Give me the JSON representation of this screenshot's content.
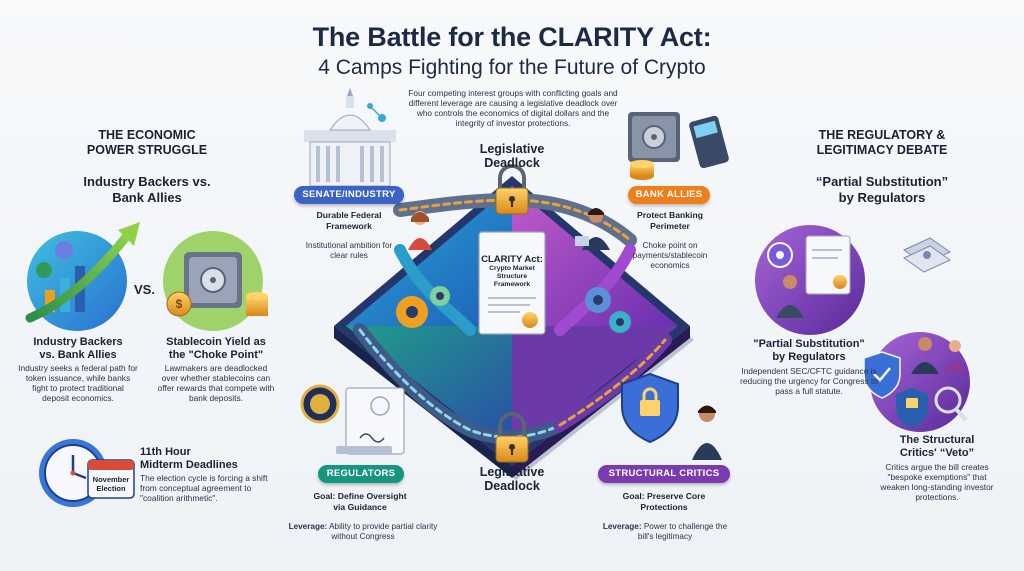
{
  "header": {
    "title": "The Battle for the CLARITY Act:",
    "subtitle": "4 Camps Fighting for the Future of Crypto",
    "intro": "Four competing interest groups with conflicting goals and different leverage are causing a legislative deadlock over who controls the economics of digital dollars and the integrity of investor protections."
  },
  "left_section": {
    "heading_line1": "THE ECONOMIC",
    "heading_line2": "POWER STRUGGLE",
    "sub_line1": "Industry Backers vs.",
    "sub_line2": "Bank Allies",
    "vs_label": "VS.",
    "item1": {
      "title_line1": "Industry Backers",
      "title_line2": "vs. Bank Allies",
      "desc": "Industry seeks a federal path for token issuance, while banks fight to protect traditional deposit economics."
    },
    "item2": {
      "title_line1": "Stablecoin Yield as",
      "title_line2": "the \"Choke Point\"",
      "desc": "Lawmakers are deadlocked over whether stablecoins can offer rewards that compete with bank deposits."
    },
    "item3": {
      "title_line1": "11th Hour",
      "title_line2": "Midterm Deadlines",
      "desc": "The election cycle is forcing a shift from conceptual agreement to \"coalition arithmetic\"."
    },
    "calendar_line1": "November",
    "calendar_line2": "Election"
  },
  "right_section": {
    "heading_line1": "THE REGULATORY &",
    "heading_line2": "LEGITIMACY DEBATE",
    "sub_line1": "“Partial Substitution”",
    "sub_line2": "by Regulators",
    "item1": {
      "title_line1": "\"Partial Substitution\"",
      "title_line2": "by Regulators",
      "desc": "Independent SEC/CFTC guidance is reducing the urgency for Congress to pass a full statute."
    },
    "item2": {
      "title_line1": "The Structural",
      "title_line2": "Critics' “Veto”",
      "desc": "Critics argue the bill creates \"bespoke exemptions\" that weaken long-standing investor protections."
    }
  },
  "center": {
    "deadlock_top_line1": "Legislative",
    "deadlock_top_line2": "Deadlock",
    "deadlock_bottom_line1": "Legislative",
    "deadlock_bottom_line2": "Deadlock",
    "doc_line1": "CLARITY Act:",
    "doc_line2": "Crypto Market",
    "doc_line3": "Structure",
    "doc_line4": "Framework"
  },
  "camps": {
    "senate": {
      "label": "SENATE/INDUSTRY",
      "goal_line1": "Durable Federal",
      "goal_line2": "Framework",
      "desc": "Institutional ambition for clear rules"
    },
    "banks": {
      "label": "BANK ALLIES",
      "goal_line1": "Protect Banking",
      "goal_line2": "Perimeter",
      "desc": "Choke point on payments/stablecoin economics"
    },
    "regulators": {
      "label": "REGULATORS",
      "goal_line1": "Goal: Define Oversight",
      "goal_line2": "via Guidance",
      "leverage_label": "Leverage:",
      "leverage_text": "Ability to provide partial clarity without Congress"
    },
    "critics": {
      "label": "STRUCTURAL CRITICS",
      "goal_line1": "Goal: Preserve Core",
      "goal_line2": "Protections",
      "leverage_label": "Leverage:",
      "leverage_text": "Power to challenge the bill's legitimacy"
    }
  },
  "colors": {
    "senate": "#3a63c4",
    "banks": "#ef7f1a",
    "regulators": "#16957f",
    "critics": "#7a3bb0",
    "dark_text": "#1b2233"
  }
}
